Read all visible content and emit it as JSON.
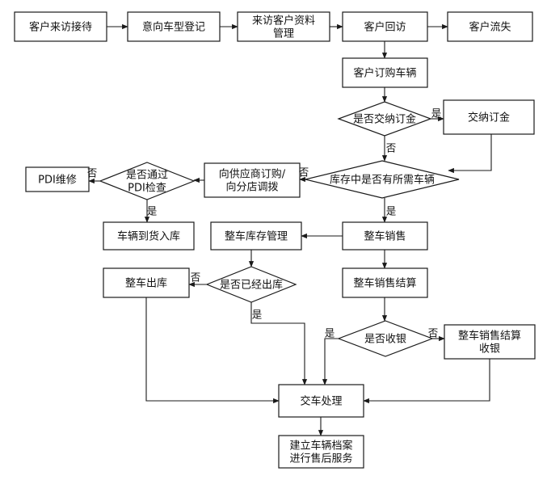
{
  "nodes": {
    "n1": [
      "客户来访接待"
    ],
    "n2": [
      "意向车型登记"
    ],
    "n3": [
      "来访客户资料",
      "管理"
    ],
    "n4": [
      "客户回访"
    ],
    "n5": [
      "客户流失"
    ],
    "n6": [
      "客户订购车辆"
    ],
    "d1": [
      "是否交纳订金"
    ],
    "n7": [
      "交纳订金"
    ],
    "d2": [
      "库存中是否有所需车辆"
    ],
    "n8": [
      "向供应商订购/",
      "向分店调拨"
    ],
    "d3": [
      "是否通过",
      "PDI检查"
    ],
    "n9": [
      "PDI维修"
    ],
    "n10": [
      "车辆到货入库"
    ],
    "n11": [
      "整车库存管理"
    ],
    "n12": [
      "整车销售"
    ],
    "n13": [
      "整车出库"
    ],
    "d4": [
      "是否已经出库"
    ],
    "n14": [
      "整车销售结算"
    ],
    "d5": [
      "是否收银"
    ],
    "n15": [
      "整车销售结算",
      "收银"
    ],
    "n16": [
      "交车处理"
    ],
    "n17": [
      "建立车辆档案",
      "进行售后服务"
    ]
  },
  "labels": {
    "d1_yes": "是",
    "d1_no": "否",
    "d2_no": "否",
    "d2_yes": "是",
    "d3_no": "否",
    "d3_yes": "是",
    "d4_no": "否",
    "d4_yes": "是",
    "d5_yes": "是",
    "d5_no": "否"
  },
  "colors": {
    "stroke": "#1a1a1a",
    "fill": "#ffffff",
    "text": "#111111"
  }
}
